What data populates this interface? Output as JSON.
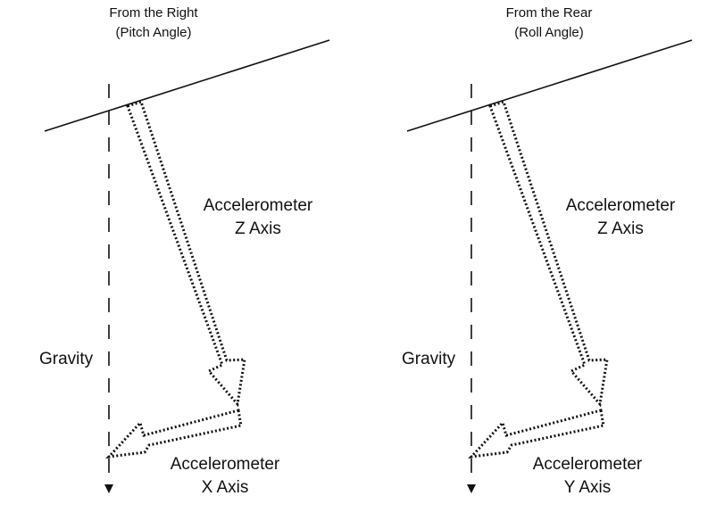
{
  "left_panel": {
    "view_title": "From the Right",
    "view_subtitle": "(Pitch Angle)",
    "gravity_label": "Gravity",
    "z_axis_label_line1": "Accelerometer",
    "z_axis_label_line2": "Z Axis",
    "secondary_axis_label_line1": "Accelerometer",
    "secondary_axis_label_line2": "X Axis"
  },
  "right_panel": {
    "view_title": "From the Rear",
    "view_subtitle": "(Roll Angle)",
    "gravity_label": "Gravity",
    "z_axis_label_line1": "Accelerometer",
    "z_axis_label_line2": "Z Axis",
    "secondary_axis_label_line1": "Accelerometer",
    "secondary_axis_label_line2": "Y Axis"
  },
  "colors": {
    "ink": "#111111",
    "background": "#ffffff"
  }
}
